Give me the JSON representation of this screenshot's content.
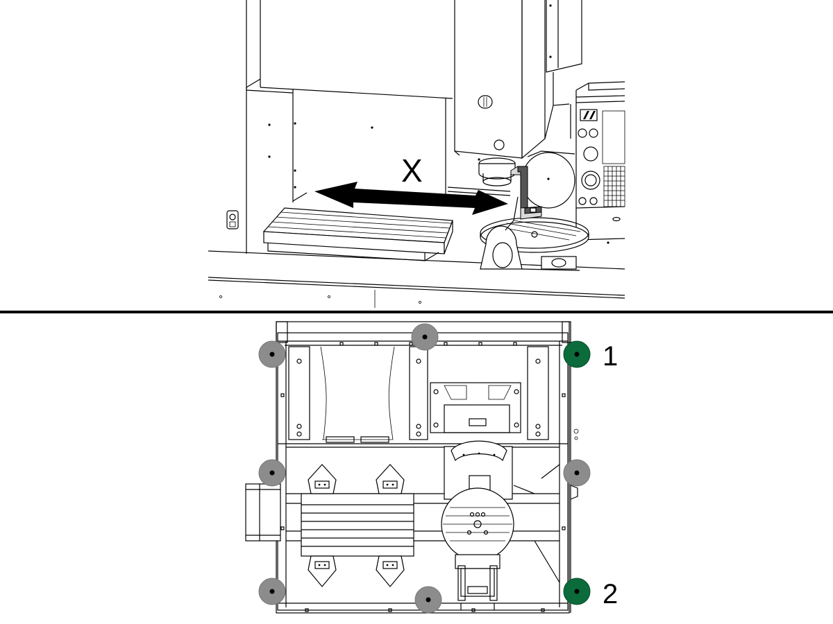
{
  "top_view": {
    "axis_label": "X"
  },
  "bottom_view": {
    "callout_1": "1",
    "callout_2": "2"
  },
  "colors": {
    "leveling_point_active": "#0b6b3a",
    "leveling_point_inactive": "#8c8c8c",
    "separator": "#000000"
  }
}
